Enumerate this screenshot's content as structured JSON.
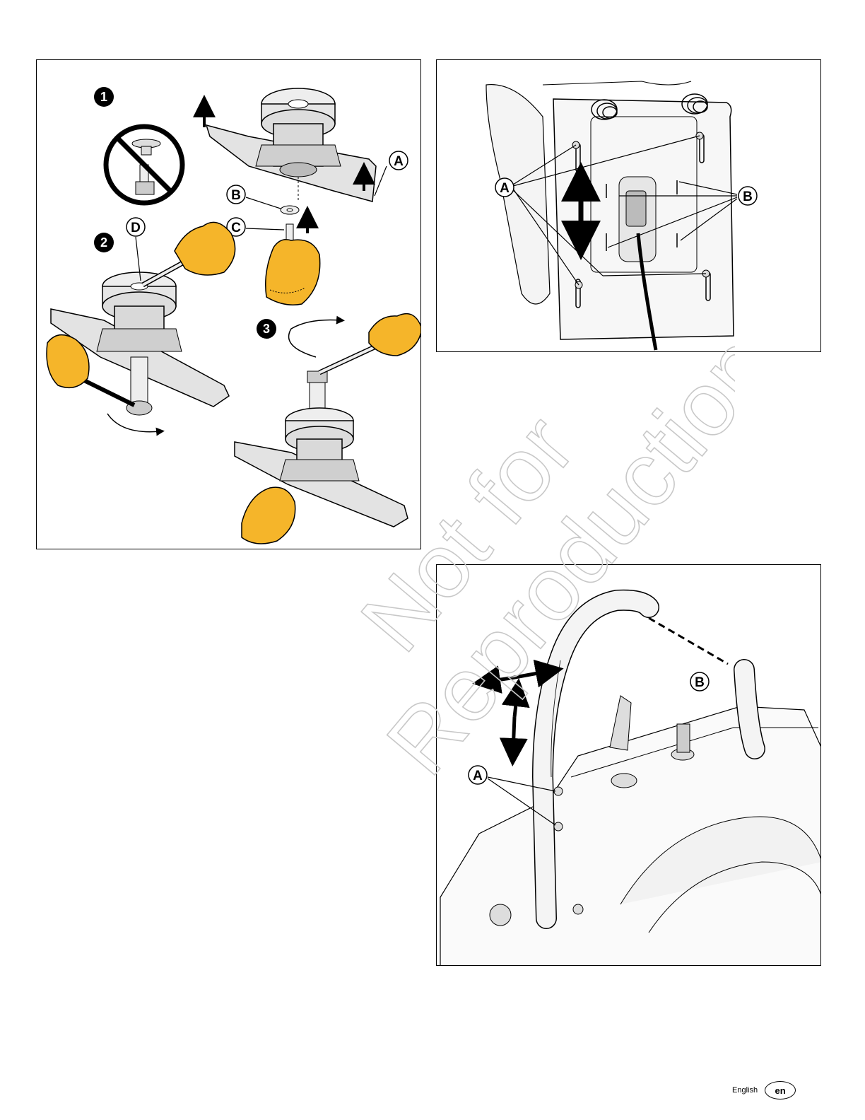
{
  "figures": {
    "blade": {
      "steps": [
        "1",
        "2",
        "3"
      ],
      "callouts": {
        "a": "A",
        "b": "B",
        "c": "C",
        "d": "D"
      }
    },
    "seat": {
      "callouts": {
        "a": "A",
        "b": "B"
      }
    },
    "bar": {
      "callouts": {
        "a": "A",
        "b": "B"
      }
    }
  },
  "watermark": {
    "line1": "Not for",
    "line2": "Reproduction"
  },
  "footer": {
    "language": "English",
    "code": "en"
  },
  "colors": {
    "glove": "#f5b52a",
    "line": "#000000",
    "metal": "#e6e6e6",
    "watermark": "#c8c8c8"
  }
}
